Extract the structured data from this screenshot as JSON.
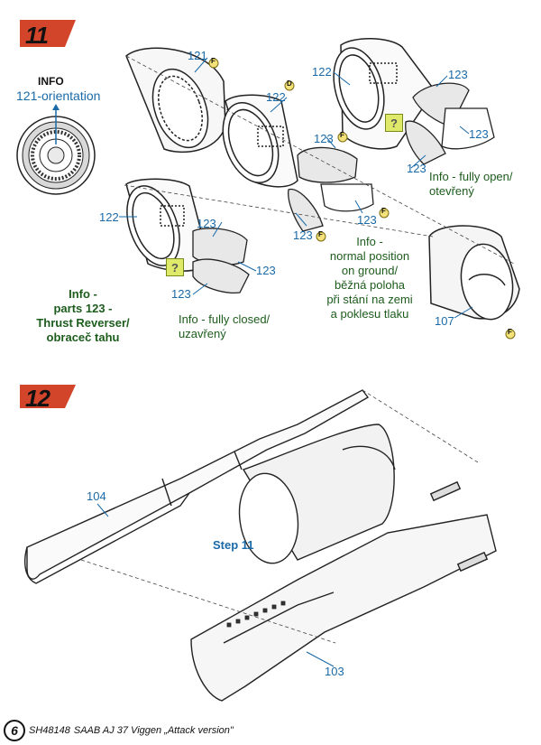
{
  "steps": {
    "step11": {
      "number": "11"
    },
    "step12": {
      "number": "12"
    }
  },
  "step11": {
    "info_title": "INFO",
    "info_orientation": "121-orientation",
    "part_labels": {
      "p121": "121",
      "p122_a": "122",
      "p122_b": "122",
      "p122_c": "122",
      "p123_a": "123",
      "p123_b": "123",
      "p123_c": "123",
      "p123_d": "123",
      "p123_e": "123",
      "p123_f": "123",
      "p123_g": "123",
      "p123_h": "123",
      "p107": "107"
    },
    "glue_markers": {
      "m1": "F",
      "m2": "D",
      "m3": "F",
      "m4": "F",
      "m5": "F",
      "m6": "F"
    },
    "info_fully_open": [
      "Info - fully open/",
      "otevřený"
    ],
    "info_normal": [
      "Info -",
      "normal position",
      "on ground/",
      "běžná poloha",
      "při stání na zemi",
      "a poklesu tlaku"
    ],
    "info_fully_closed": [
      "Info - fully closed/",
      "uzavřený"
    ],
    "info_parts": [
      "Info -",
      "parts 123 -",
      "Thrust Reverser/",
      "obraceč tahu"
    ],
    "question_mark": "?"
  },
  "step12": {
    "part_labels": {
      "p104": "104",
      "p103": "103"
    },
    "step_ref": "Step 11"
  },
  "footer": {
    "page_number": "6",
    "code": "SH48148",
    "model": "SAAB AJ 37 Viggen „Attack version\""
  },
  "colors": {
    "label_blue": "#1a6aa8",
    "info_green": "#1d5c1d",
    "badge_red": "#d2452a",
    "qmark_yellow": "#dfe96a"
  }
}
